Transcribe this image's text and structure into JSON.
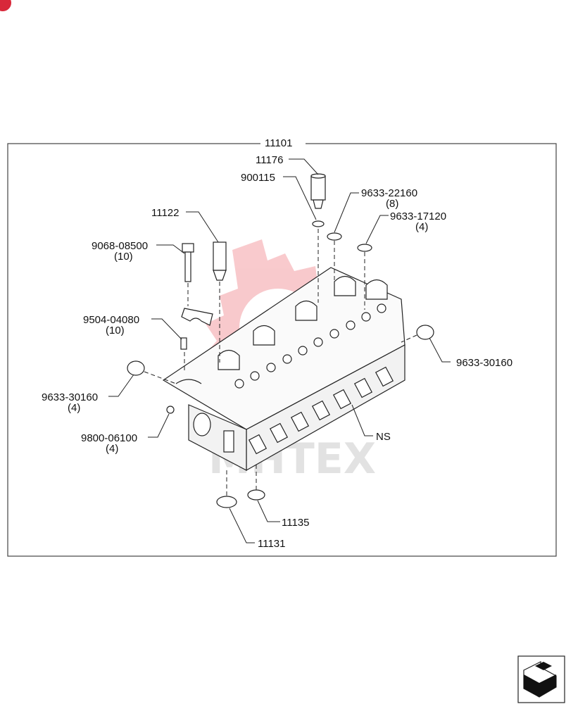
{
  "watermark": {
    "text": "MHTEX",
    "logo": "gear-logo",
    "color": "#e8424c"
  },
  "corner_badge": {
    "color": "#d8283a"
  },
  "frame": {
    "label": "11101"
  },
  "parts": [
    {
      "id": "p11176",
      "text": "11176",
      "qty": ""
    },
    {
      "id": "p900115",
      "text": "900115",
      "qty": ""
    },
    {
      "id": "p9633_22160",
      "text": "9633-22160",
      "qty": "(8)"
    },
    {
      "id": "p9633_17120",
      "text": "9633-17120",
      "qty": "(4)"
    },
    {
      "id": "p11122",
      "text": "11122",
      "qty": ""
    },
    {
      "id": "p9068_08500",
      "text": "9068-08500",
      "qty": "(10)"
    },
    {
      "id": "p9504_04080",
      "text": "9504-04080",
      "qty": "(10)"
    },
    {
      "id": "p9633_30160_r",
      "text": "9633-30160",
      "qty": ""
    },
    {
      "id": "p9633_30160_l",
      "text": "9633-30160",
      "qty": "(4)"
    },
    {
      "id": "p9800_06100",
      "text": "9800-06100",
      "qty": "(4)"
    },
    {
      "id": "pNS",
      "text": "NS",
      "qty": ""
    },
    {
      "id": "p11135",
      "text": "11135",
      "qty": ""
    },
    {
      "id": "p11131",
      "text": "11131",
      "qty": ""
    }
  ],
  "nav_icon": "next-page-arrow-icon"
}
